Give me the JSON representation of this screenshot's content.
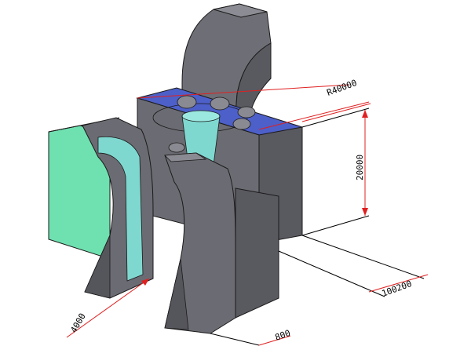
{
  "dimensions": {
    "top_width": "R40000",
    "height": "20000",
    "depth": "100200",
    "front_offset": "4000",
    "base_offset": "800"
  },
  "colors": {
    "background": "#ffffff",
    "body_gray": "#6b6b73",
    "body_gray_light": "#8a8a92",
    "body_gray_dark": "#55555c",
    "edge": "#1a1a1a",
    "top_face_blue": "#4d5fc8",
    "teal_panel": "#6fe0b0",
    "teal_channel": "#7fd8d0",
    "dimension_red": "#e02020",
    "dimension_black": "#000000"
  }
}
